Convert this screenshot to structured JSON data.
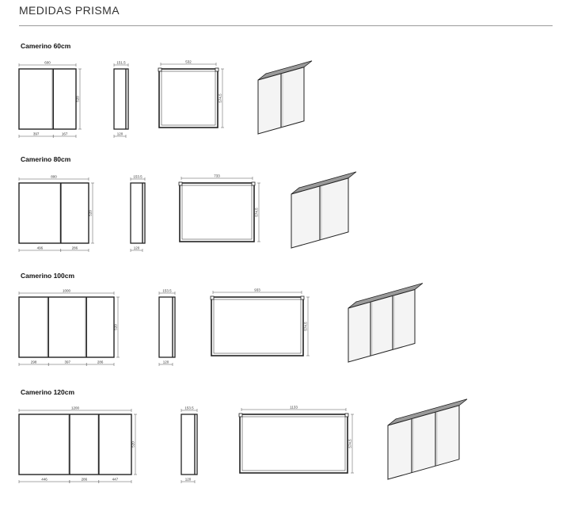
{
  "header": {
    "title": "MEDIDAS PRISMA"
  },
  "sections": [
    {
      "title": "Camerino 60cm",
      "front_width": "600",
      "front_height": "520",
      "front_bottom": [
        "397",
        "167"
      ],
      "side_top": "151.5",
      "side_bottom": "120",
      "back_width": "532",
      "back_height": "574.5",
      "doors": 2
    },
    {
      "title": "Camerino 80cm",
      "front_width": "800",
      "front_height": "520",
      "front_bottom": [
        "496",
        "286"
      ],
      "side_top": "153.5",
      "side_bottom": "120",
      "back_width": "733",
      "back_height": "574.5",
      "doors": 2
    },
    {
      "title": "Camerino 100cm",
      "front_width": "1000",
      "front_height": "520",
      "front_bottom": [
        "298",
        "397",
        "286"
      ],
      "side_top": "153.5",
      "side_bottom": "120",
      "back_width": "933",
      "back_height": "574.5",
      "doors": 3
    },
    {
      "title": "Camerino 120cm",
      "front_width": "1200",
      "front_height": "520",
      "front_bottom": [
        "446",
        "286",
        "447"
      ],
      "side_top": "153.5",
      "side_bottom": "120",
      "back_width": "1133",
      "back_height": "574.5",
      "doors": 3
    }
  ]
}
